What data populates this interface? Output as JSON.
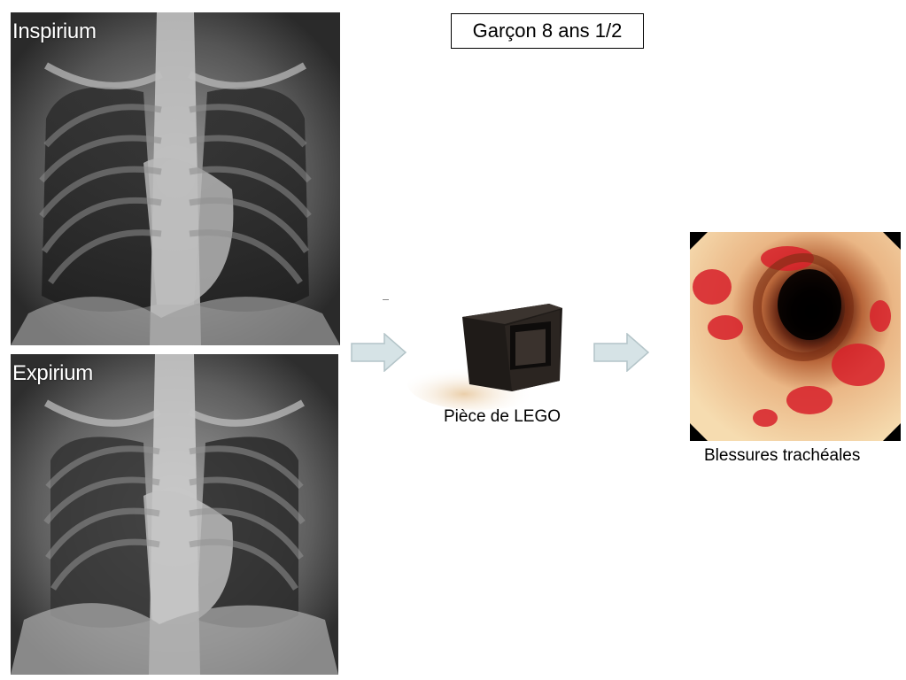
{
  "title": "Garçon 8 ans 1/2",
  "panels": {
    "inspirium": {
      "label": "Inspirium"
    },
    "expirium": {
      "label": "Expirium"
    }
  },
  "lego": {
    "caption": "Pièce de LEGO"
  },
  "endoscopy": {
    "caption": "Blessures trachéales"
  },
  "colors": {
    "arrow_fill": "#d6e3e6",
    "arrow_stroke": "#b3c4c8",
    "lesion_red": "#d8202a",
    "mucosa": "#f4d9a8"
  }
}
